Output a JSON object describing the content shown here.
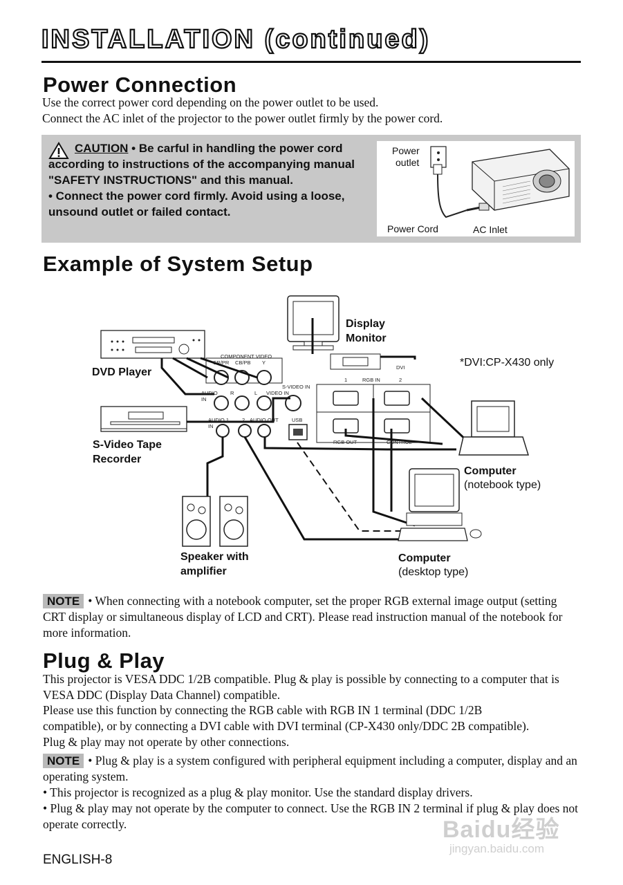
{
  "page": {
    "title": "INSTALLATION (continued)",
    "footer": "ENGLISH-8"
  },
  "power_connection": {
    "heading": "Power Connection",
    "lines": [
      "Use the correct power cord depending on the power outlet to be used.",
      "Connect the AC inlet of the projector to the power outlet firmly by the power cord."
    ],
    "caution": {
      "label": "CAUTION",
      "text1": " • Be carful in handling the power cord according to instructions of the accompanying manual \"SAFETY INSTRUCTIONS\" and this manual.",
      "text2": "• Connect the power cord firmly. Avoid using a loose, unsound outlet or failed contact."
    },
    "figure": {
      "power_outlet": "Power outlet",
      "power_outlet_l1": "Power",
      "power_outlet_l2": "outlet",
      "power_cord": "Power Cord",
      "ac_inlet": "AC Inlet"
    }
  },
  "system_setup": {
    "heading": "Example of System Setup",
    "labels": {
      "display_monitor_l1": "Display",
      "display_monitor_l2": "Monitor",
      "dvd_player": "DVD Player",
      "svideo_l1": "S-Video Tape",
      "svideo_l2": "Recorder",
      "dvi_note": "*DVI:CP-X430 only",
      "computer_nb": "Computer",
      "computer_nb_type": "(notebook type)",
      "computer_dt": "Computer",
      "computer_dt_type": "(desktop type)",
      "speaker_l1": "Speaker with",
      "speaker_l2": "amplifier"
    },
    "panel": {
      "component_video": "COMPONENT VIDEO",
      "cr_pr": "CR/PR",
      "cb_pb": "CB/PB",
      "y": "Y",
      "svideo_in": "S-VIDEO IN",
      "video_in": "VIDEO IN",
      "audio_in": "AUDIO",
      "audio_in2": "IN",
      "r": "R",
      "l": "L",
      "audio1": "AUDIO 1",
      "audio1_in": "IN",
      "two": "2",
      "audio_out": "AUDIO OUT",
      "usb": "USB",
      "dvi": "DVI",
      "rgb_in": "RGB  IN",
      "rgb_in_1": "1",
      "rgb_in_2": "2",
      "rgb_out": "RGB  OUT",
      "control": "CONTROL"
    },
    "note_badge": "NOTE",
    "note_text": "• When connecting with a notebook computer, set the proper RGB external image output (setting CRT display or simultaneous display of LCD and CRT). Please read instruction manual of the notebook for more information."
  },
  "plug_play": {
    "heading": "Plug & Play",
    "para1": "This projector is VESA DDC 1/2B compatible. Plug & play is possible by connecting to a computer that is VESA DDC (Display Data Channel) compatible.",
    "para2": "Please use this function by connecting the RGB cable with RGB IN 1 terminal (DDC 1/2B compatible), or by connecting a DVI cable with DVI terminal (CP-X430 only/DDC 2B compatible). Plug & play may not operate by other connections.",
    "note_badge": "NOTE",
    "note1": "• Plug & play is a system configured with peripheral equipment including a computer, display and an operating system.",
    "note2": "• This projector is recognized as a plug & play monitor. Use the standard display drivers.",
    "note3": "• Plug & play may not operate by the computer to connect. Use the RGB IN 2 terminal if plug & play does not operate correctly."
  },
  "watermark": {
    "brand": "Baidu经验",
    "url": "jingyan.baidu.com"
  }
}
